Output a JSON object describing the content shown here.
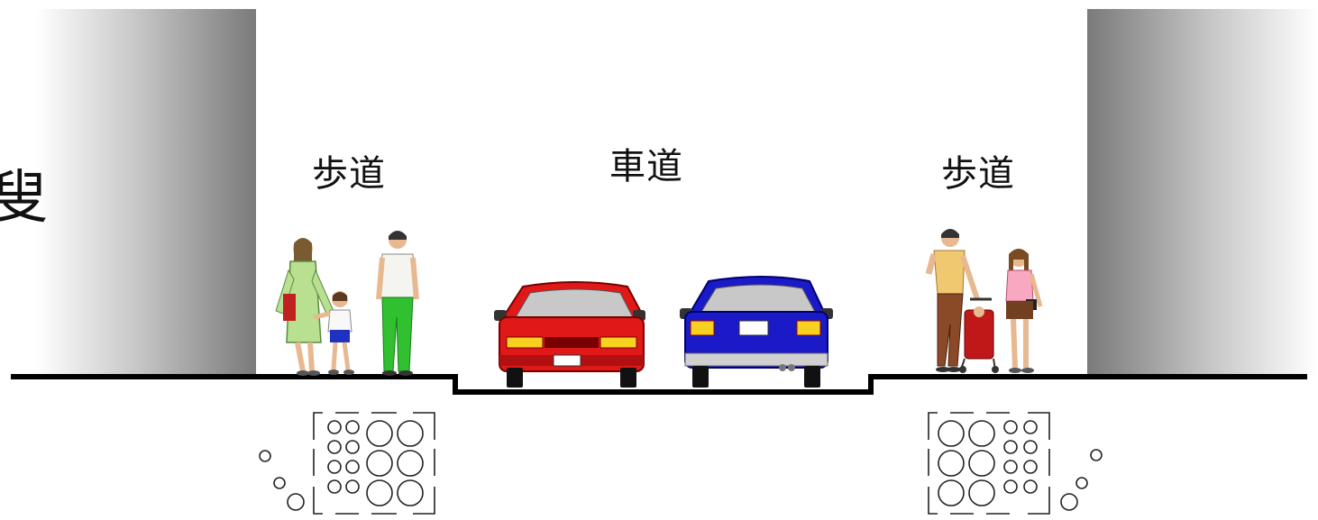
{
  "labels": {
    "sidewalk_left": "歩道",
    "roadway": "車道",
    "sidewalk_right": "歩道",
    "edge_partial": "叟"
  },
  "colors": {
    "building_dark": "#808080",
    "building_light": "#ffffff",
    "ground_line": "#000000",
    "car_left": "#e01818",
    "car_right": "#1a1ac8"
  }
}
